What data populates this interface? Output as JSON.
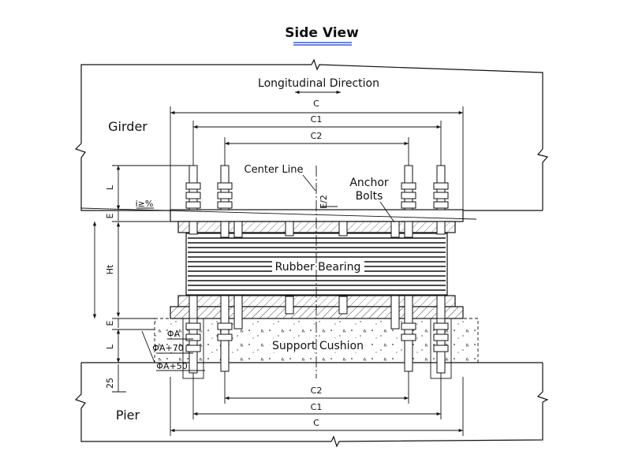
{
  "title": "Side View",
  "labels": {
    "longitudinal": "Longitudinal Direction",
    "girder": "Girder",
    "pier": "Pier",
    "center_line": "Center Line",
    "anchor_bolts_1": "Anchor",
    "anchor_bolts_2": "Bolts",
    "rubber_bearing": "Rubber Bearing",
    "support_cushion": "Support Cushion"
  },
  "dimensions": {
    "c_top": "C",
    "c1_top": "C1",
    "c2_top": "C2",
    "c2_bottom": "C2",
    "c1_bottom": "C1",
    "c_bottom": "C",
    "l_top": "L",
    "e_top": "E",
    "ht": "Ht",
    "e_bottom": "E",
    "l_bottom": "L",
    "d25": "25",
    "slope": "i≥%",
    "e_half": "E/2",
    "phi_a": "ΦA",
    "phi_a70": "ΦA+70",
    "phi_a50": "ΦA+50"
  },
  "colors": {
    "line": "#111111",
    "title_underline": "#3a5fcd"
  }
}
